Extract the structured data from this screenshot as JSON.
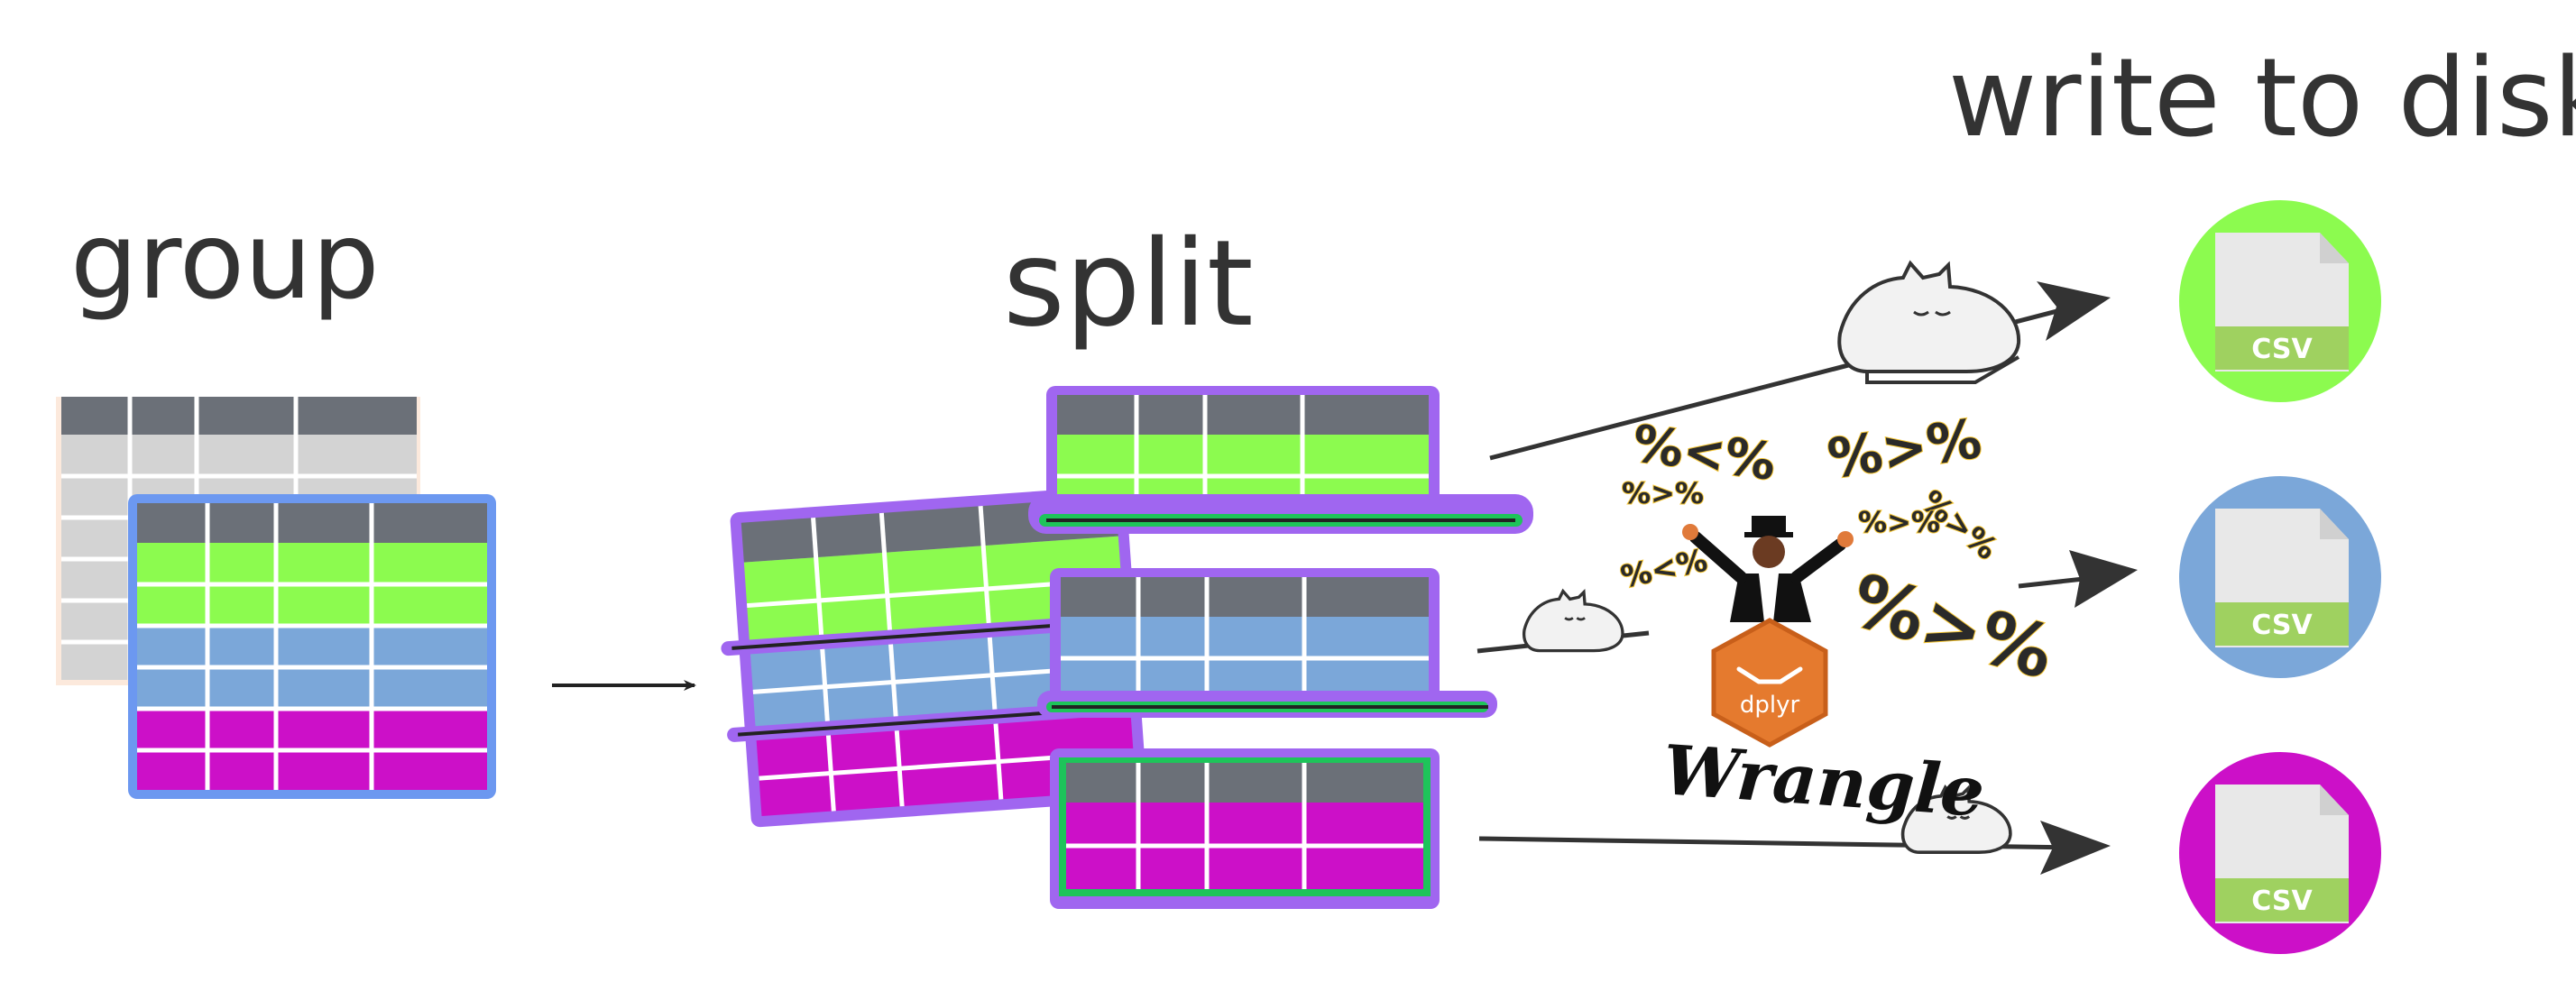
{
  "labels": {
    "group": "group",
    "split": "split",
    "write": "write to disk"
  },
  "pipes": [
    "%<%",
    "%>%",
    "%<%",
    "%>%",
    "%>%",
    "%>%",
    "%>%"
  ],
  "hex_logo": "dplyr",
  "script_word": "Wrangle",
  "files": [
    {
      "label": "CSV",
      "color": "#8cfb4f"
    },
    {
      "label": "CSV",
      "color": "#7ba7d9"
    },
    {
      "label": "CSV",
      "color": "#cc10c8"
    }
  ],
  "colors": {
    "header": "#6b7078",
    "green": "#8cfb4f",
    "blue": "#7ba7d9",
    "magenta": "#cc10c8",
    "grey": "#d3d3d3",
    "frame_blue": "#6c98f0",
    "frame_purple": "#a066f0",
    "frame_green": "#1ec45a",
    "dplyr_orange": "#e57a2e",
    "csv_band": "#9fd160"
  },
  "icons": [
    "cat-icon",
    "arrow-icon",
    "csv-file-icon",
    "dplyr-hex-icon",
    "conductor-figure"
  ]
}
